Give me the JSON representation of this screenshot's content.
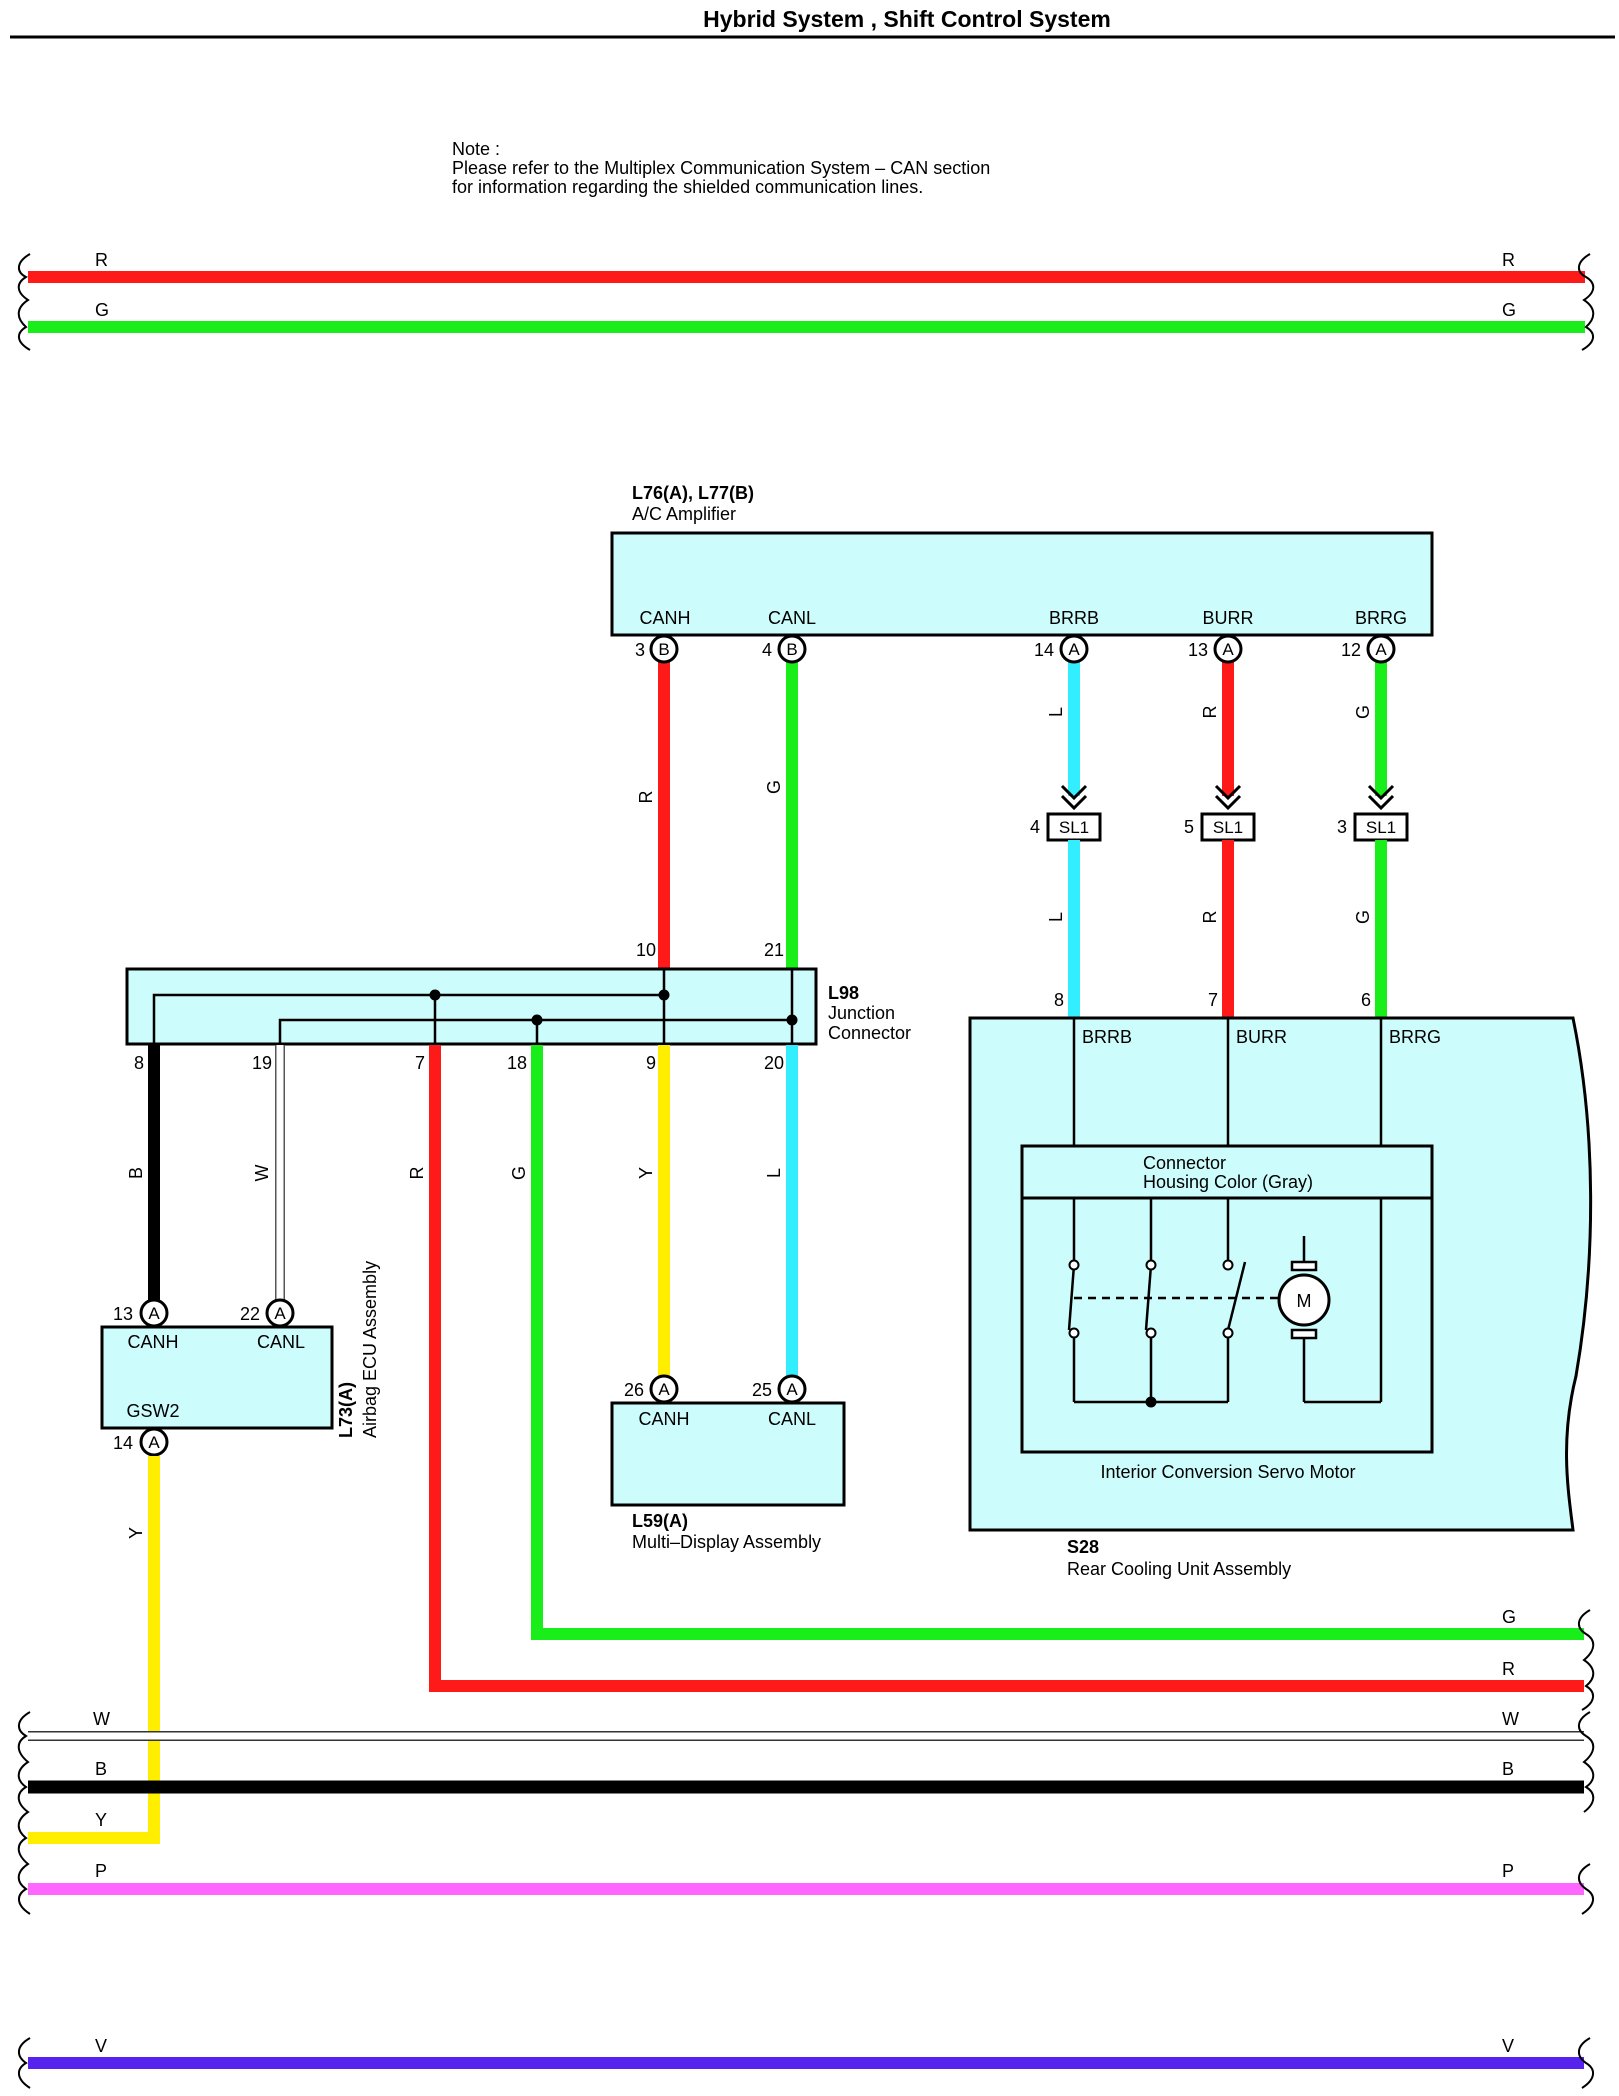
{
  "header": {
    "title": "Hybrid System , Shift Control System"
  },
  "note": {
    "line1": "Note :",
    "line2": "Please refer to the Multiplex Communication System – CAN section",
    "line3": "for information regarding the shielded communication lines."
  },
  "colors": {
    "R": "#ff1a1a",
    "G": "#1aee1a",
    "L": "#33eeff",
    "Y": "#ffee00",
    "B": "#000000",
    "W": "#ffffff",
    "P": "#ff66ff",
    "V": "#5522ee",
    "box_fill": "#ccfcfc"
  },
  "top_buses": {
    "r_left": "R",
    "r_right": "R",
    "g_left": "G",
    "g_right": "G"
  },
  "ac_amplifier": {
    "id": "L76(A), L77(B)",
    "name": "A/C Amplifier",
    "pins": [
      {
        "label": "CANH",
        "num": "3",
        "conn": "B"
      },
      {
        "label": "CANL",
        "num": "4",
        "conn": "B"
      },
      {
        "label": "BRRB",
        "num": "14",
        "conn": "A"
      },
      {
        "label": "BURR",
        "num": "13",
        "conn": "A"
      },
      {
        "label": "BRRG",
        "num": "12",
        "conn": "A"
      }
    ]
  },
  "wires_upper": {
    "canh": "R",
    "canl": "G",
    "brrb": "L",
    "burr": "R",
    "brrg": "G"
  },
  "sl1": {
    "name": "SL1",
    "pins": [
      "4",
      "5",
      "3"
    ],
    "wires_below": [
      "L",
      "R",
      "G"
    ]
  },
  "junction": {
    "id": "L98",
    "name1": "Junction",
    "name2": "Connector",
    "top_pins": [
      "10",
      "21"
    ],
    "bottom_pins": [
      "8",
      "19",
      "7",
      "18",
      "9",
      "20"
    ],
    "bottom_wires": [
      "B",
      "W",
      "R",
      "G",
      "Y",
      "L"
    ]
  },
  "rear_cooling": {
    "id": "S28",
    "name": "Rear Cooling Unit Assembly",
    "pins": [
      {
        "num": "8",
        "label": "BRRB"
      },
      {
        "num": "7",
        "label": "BURR"
      },
      {
        "num": "6",
        "label": "BRRG"
      }
    ],
    "connector_line1": "Connector",
    "connector_line2": "Housing Color (Gray)",
    "motor_symbol": "M",
    "motor_name": "Interior Conversion Servo Motor"
  },
  "airbag_ecu": {
    "id": "L73(A)",
    "name": "Airbag ECU Assembly",
    "pins": [
      {
        "label": "CANH",
        "num": "13",
        "conn": "A"
      },
      {
        "label": "CANL",
        "num": "22",
        "conn": "A"
      },
      {
        "label": "GSW2",
        "num": "14",
        "conn": "A"
      }
    ],
    "output_wire": "Y"
  },
  "multi_display": {
    "id": "L59(A)",
    "name": "Multi–Display Assembly",
    "pins": [
      {
        "label": "CANH",
        "num": "26",
        "conn": "A"
      },
      {
        "label": "CANL",
        "num": "25",
        "conn": "A"
      }
    ]
  },
  "bottom_buses": [
    {
      "code": "G"
    },
    {
      "code": "R"
    },
    {
      "code": "W"
    },
    {
      "code": "B"
    },
    {
      "code": "Y"
    },
    {
      "code": "P"
    },
    {
      "code": "V"
    }
  ]
}
